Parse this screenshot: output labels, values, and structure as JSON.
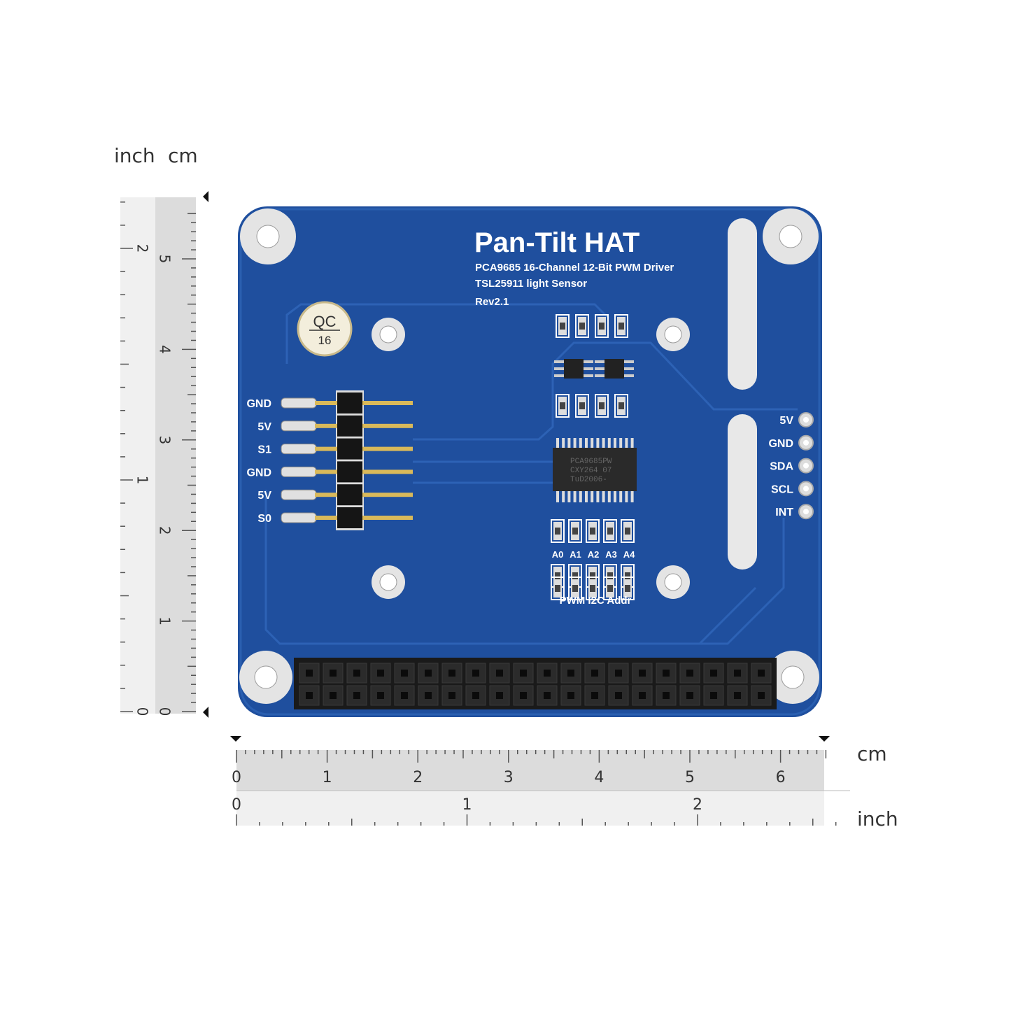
{
  "board": {
    "title": "Pan-Tilt HAT",
    "line1": "PCA9685 16-Channel 12-Bit PWM Driver",
    "line2": "TSL25911 light Sensor",
    "revision": "Rev2.1",
    "qc_label": "QC",
    "qc_number": "16",
    "chip_lines": [
      "PCA9685PW",
      "CXY264   07",
      "TuD2006-"
    ],
    "servo_pins": [
      "GND",
      "5V",
      "S1",
      "GND",
      "5V",
      "S0"
    ],
    "i2c_pins": [
      "5V",
      "GND",
      "SDA",
      "SCL",
      "INT"
    ],
    "addr_labels": [
      "A0",
      "A1",
      "A2",
      "A3",
      "A4"
    ],
    "addr_caption": "PWM I2C Addr",
    "colors": {
      "pcb": "#1f4f9e",
      "silk": "#ffffff",
      "header": "#1a1a1a"
    }
  },
  "rulers": {
    "vertical_units": [
      "inch",
      "cm"
    ],
    "vertical_cm_ticks": [
      "0",
      "1",
      "2",
      "3",
      "4",
      "5"
    ],
    "vertical_inch_ticks": [
      "0",
      "1",
      "2"
    ],
    "horizontal_cm_unit": "cm",
    "horizontal_inch_unit": "inch",
    "horizontal_cm_ticks": [
      "0",
      "1",
      "2",
      "3",
      "4",
      "5",
      "6"
    ],
    "horizontal_inch_ticks": [
      "0",
      "1",
      "2"
    ]
  }
}
